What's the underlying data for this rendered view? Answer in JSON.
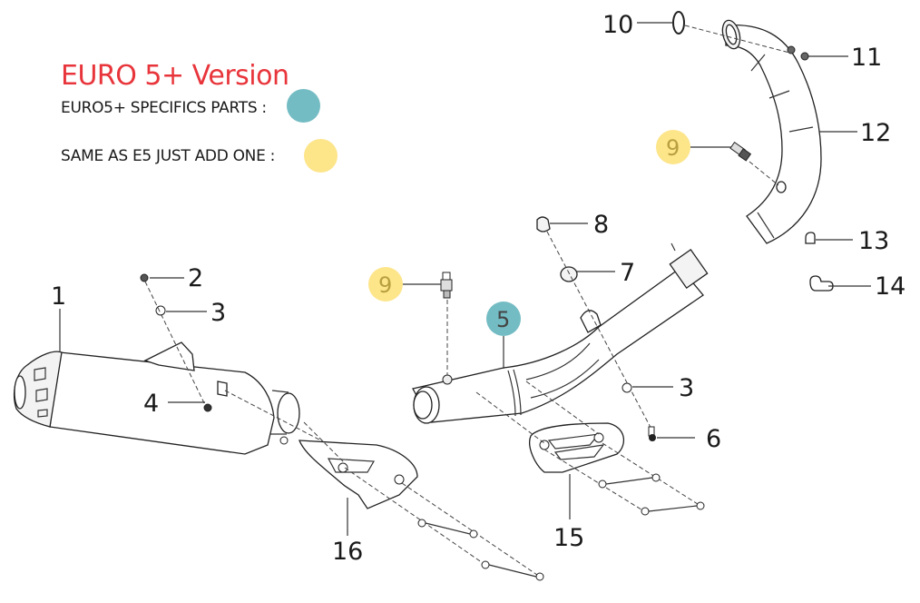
{
  "legend": {
    "title": "EURO 5+ Version",
    "items": [
      {
        "label": "EURO5+ SPECIFICS PARTS :",
        "color": "#74bcc3",
        "meaning": "euro5plus-specific"
      },
      {
        "label": "SAME AS E5 JUST ADD ONE :",
        "color": "#fde58a",
        "meaning": "add-one"
      }
    ]
  },
  "colors": {
    "title": "#e8353b",
    "teal_badge": "#74bcc3",
    "yellow_badge": "#fde58a",
    "line": "#222222"
  },
  "callouts": {
    "c1": "1",
    "c2": "2",
    "c3a": "3",
    "c4": "4",
    "c5": "5",
    "c6": "6",
    "c7": "7",
    "c8": "8",
    "c9a": "9",
    "c9b": "9",
    "c3b": "3",
    "c10": "10",
    "c11": "11",
    "c12": "12",
    "c13": "13",
    "c14": "14",
    "c15": "15",
    "c16": "16"
  }
}
